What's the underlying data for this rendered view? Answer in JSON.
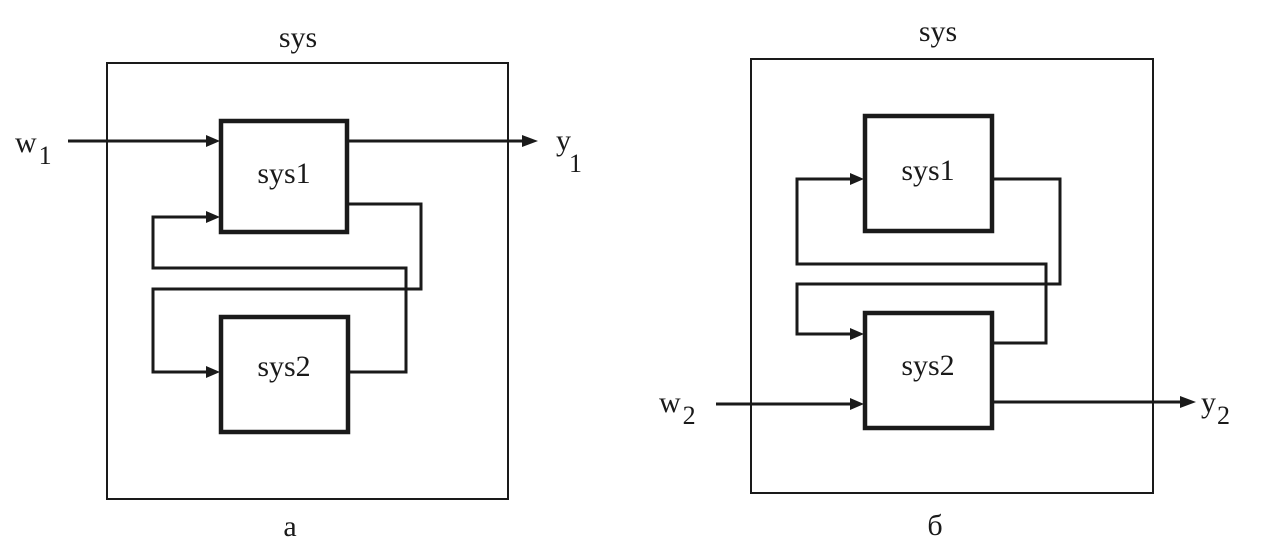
{
  "panels": [
    {
      "outer_label": "sys",
      "caption": "а",
      "block_top": "sys1",
      "block_bottom": "sys2",
      "input_letter": "w",
      "input_sub": "1",
      "output_letter": "y",
      "output_sub": "1"
    },
    {
      "outer_label": "sys",
      "caption": "б",
      "block_top": "sys1",
      "block_bottom": "sys2",
      "input_letter": "w",
      "input_sub": "2",
      "output_letter": "y",
      "output_sub": "2"
    }
  ]
}
